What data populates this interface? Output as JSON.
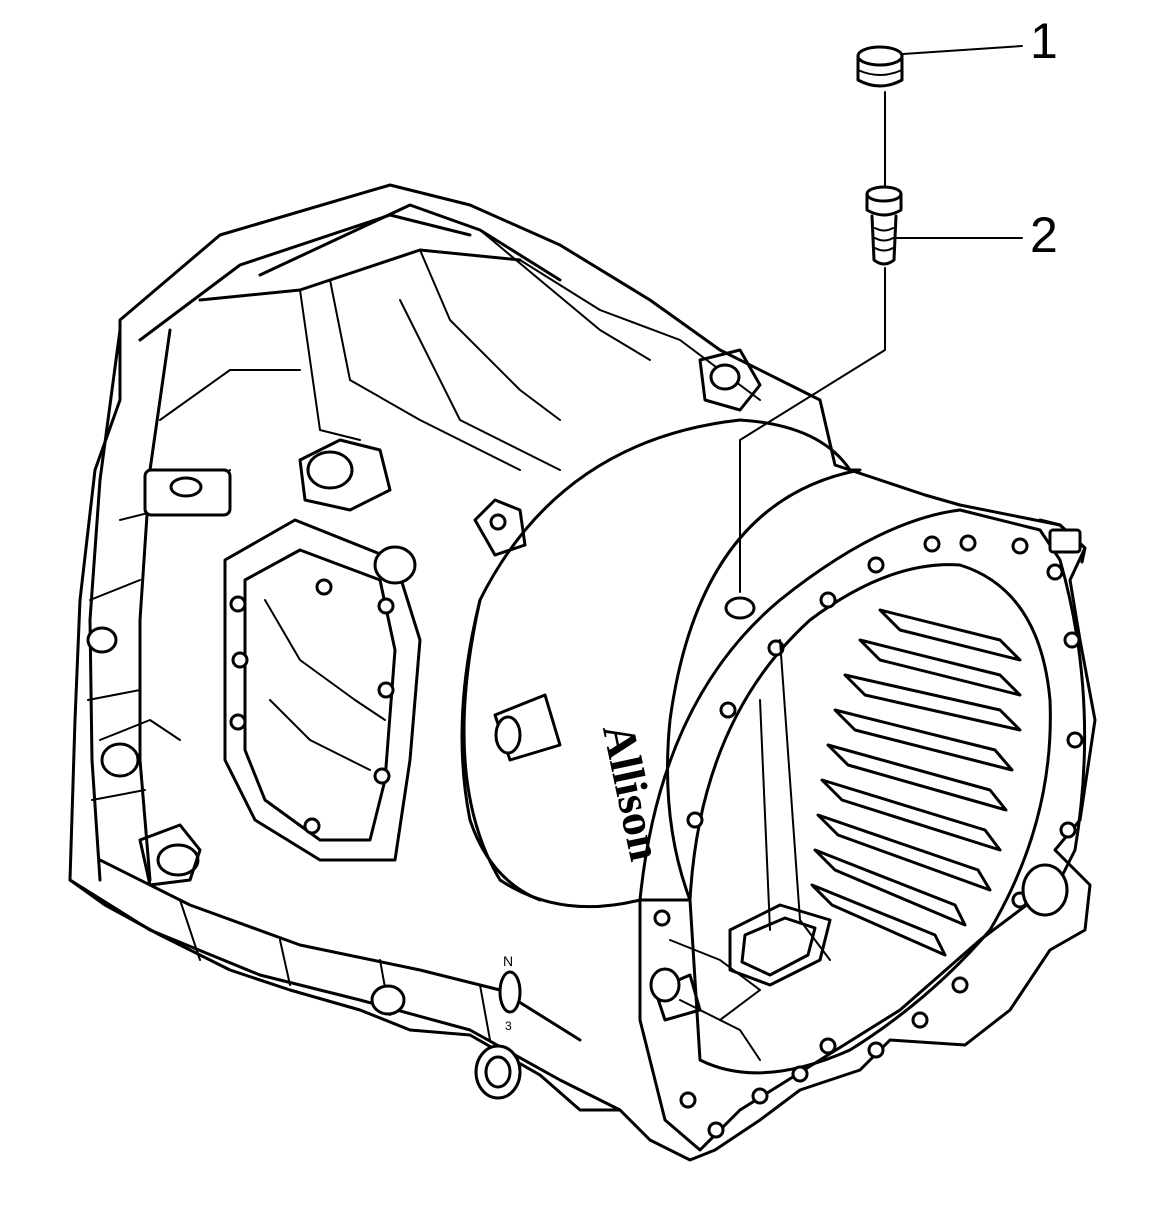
{
  "callouts": [
    {
      "number": "1",
      "part": "plug"
    },
    {
      "number": "2",
      "part": "fitting"
    }
  ],
  "case_lettering": "Allison",
  "tag_marks": [
    "N",
    "3"
  ]
}
